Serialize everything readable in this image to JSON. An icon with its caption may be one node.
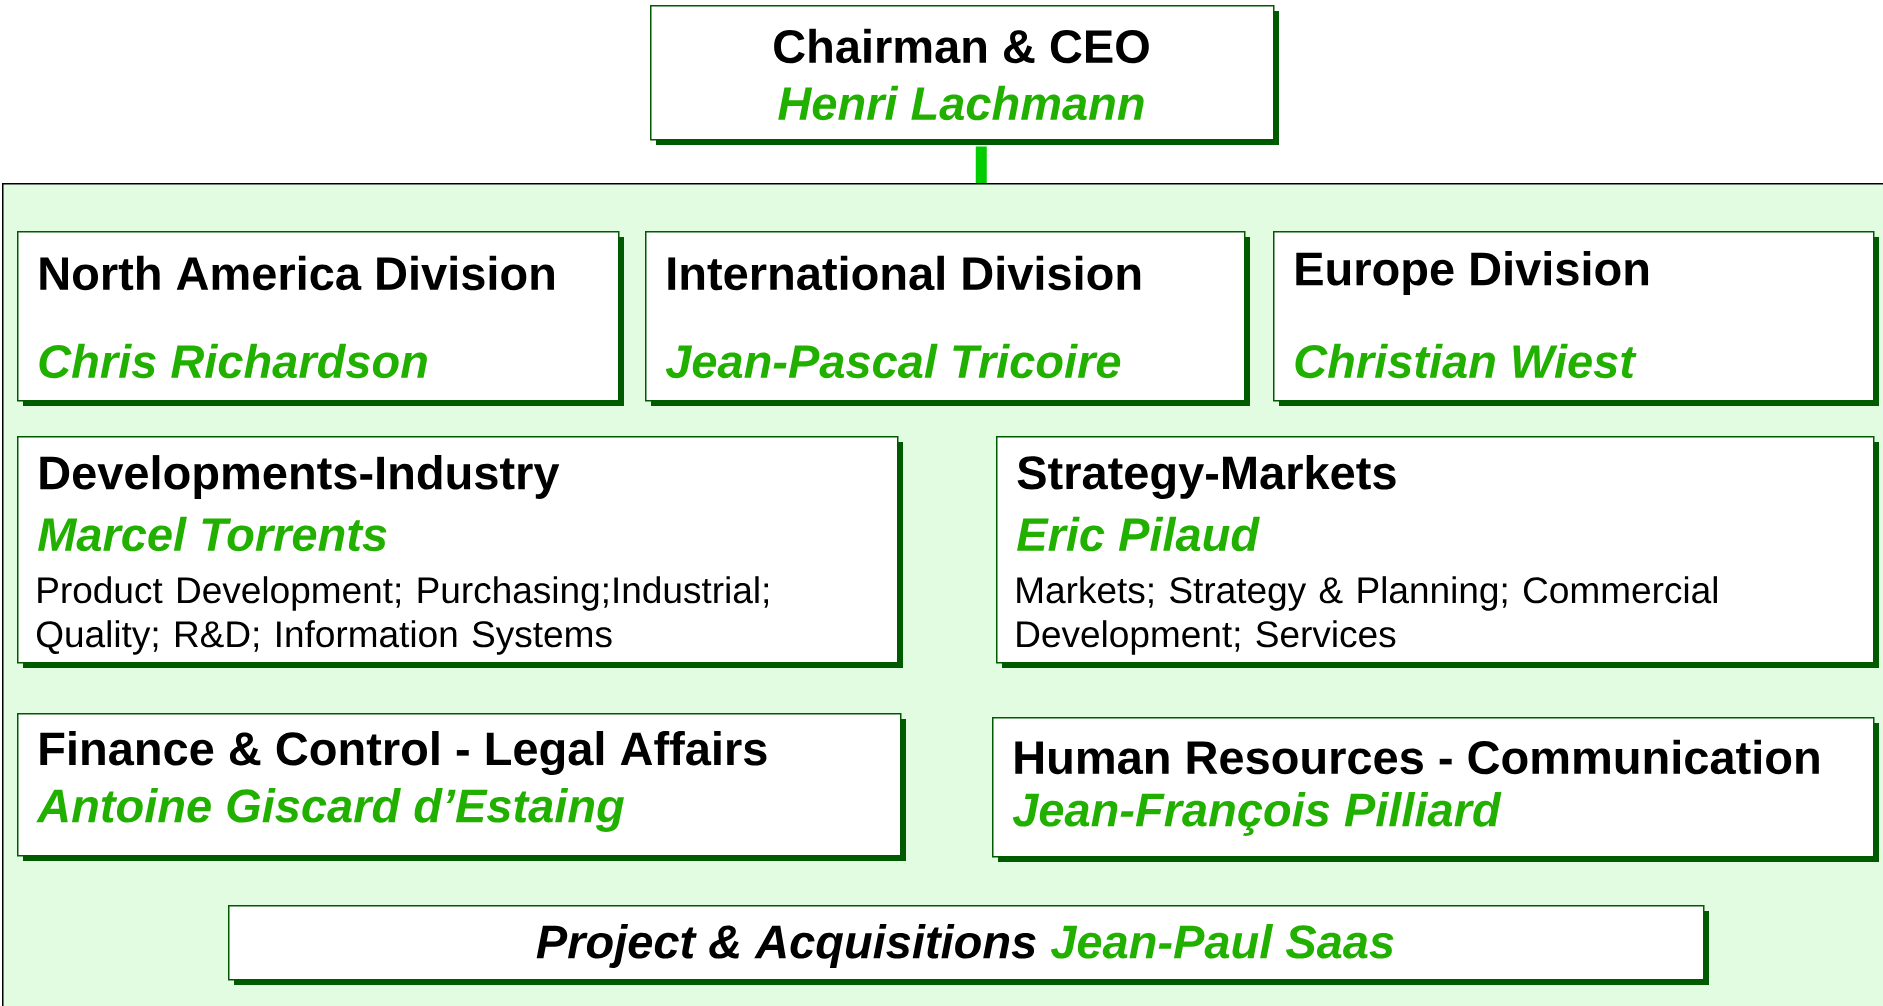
{
  "diagram": {
    "nodes": [
      {
        "text": [
          "Chairman & CEO",
          "Henri Lachmann"
        ]
      },
      {
        "text": [],
        "shape": "box"
      },
      {
        "text": [
          "North America Division",
          "Chris Richardson"
        ],
        "in": 1
      },
      {
        "text": [
          "International Division",
          "Jean-Pascal Tricoire"
        ],
        "in": 1
      },
      {
        "text": [
          "Europe Division",
          "Christian Wiest"
        ],
        "in": 1
      },
      {
        "text": [
          "Developments-Industry",
          "Marcel Torrents",
          "Product Development; Purchasing;Industrial; Quality; R&D; Information Systems"
        ],
        "in": 1
      },
      {
        "text": [
          "Strategy-Markets",
          "Eric Pilaud",
          "Markets; Strategy & Planning; Commercial Development; Services"
        ],
        "in": 1
      },
      {
        "text": [
          "Finance & Control - Legal Affairs",
          "Antoine Giscard d’Estaing"
        ],
        "in": 1
      },
      {
        "text": [
          "Human Resources - Communication",
          "Jean-François Pilliard"
        ],
        "in": 1
      },
      {
        "text": [
          "Project & Acquisitions",
          "Jean-Paul Saas"
        ],
        "in": 1
      }
    ],
    "edges": [
      {
        "from": 0,
        "to": 1,
        "arrow": "none",
        "color": "#00cc00"
      }
    ]
  }
}
